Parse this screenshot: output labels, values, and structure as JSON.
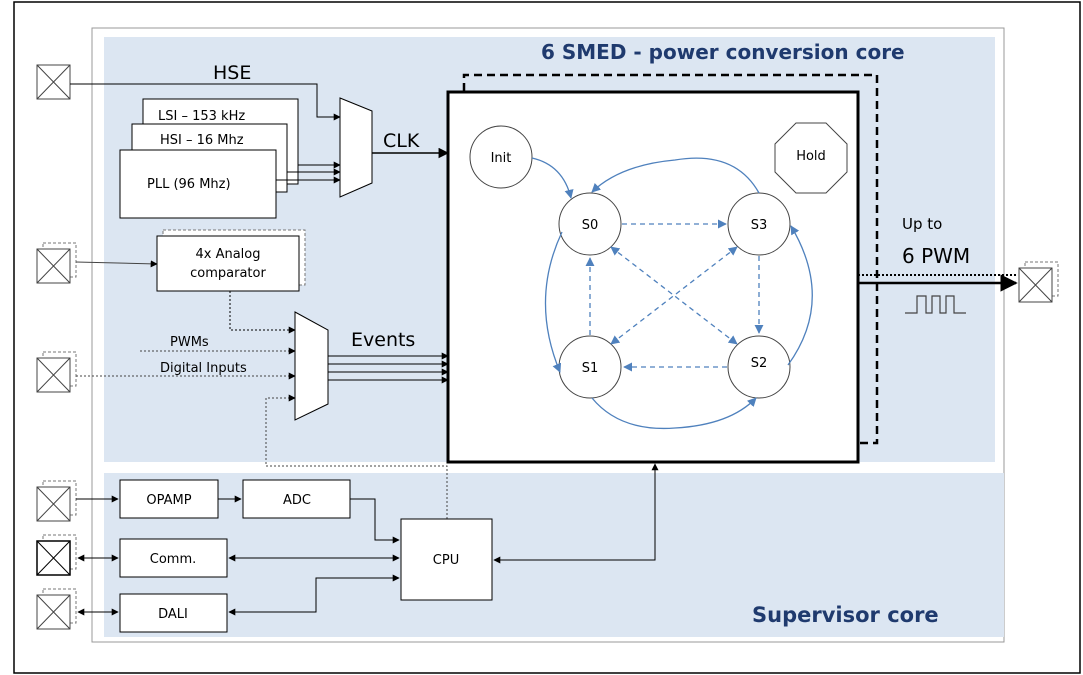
{
  "titles": {
    "power_core": "6 SMED - power conversion core",
    "supervisor_core": "Supervisor core"
  },
  "clock": {
    "hse": "HSE",
    "lsi": "LSI – 153 kHz",
    "hsi": "HSI – 16 Mhz",
    "pll": "PLL (96 Mhz)",
    "clk": "CLK"
  },
  "comparator": {
    "line1": "4x Analog",
    "line2": "comparator"
  },
  "event_inputs": {
    "pwms": "PWMs",
    "digital_inputs": "Digital Inputs",
    "events": "Events"
  },
  "fsm": {
    "init": "Init",
    "hold": "Hold",
    "s0": "S0",
    "s1": "S1",
    "s2": "S2",
    "s3": "S3"
  },
  "output": {
    "up_to": "Up to",
    "pwm": "6 PWM"
  },
  "supervisor": {
    "opamp": "OPAMP",
    "adc": "ADC",
    "comm": "Comm.",
    "dali": "DALI",
    "cpu": "CPU"
  },
  "colors": {
    "core_background": "#dce6f2",
    "title_text": "#1f3a6e",
    "state_arrow": "#4f81bd"
  }
}
